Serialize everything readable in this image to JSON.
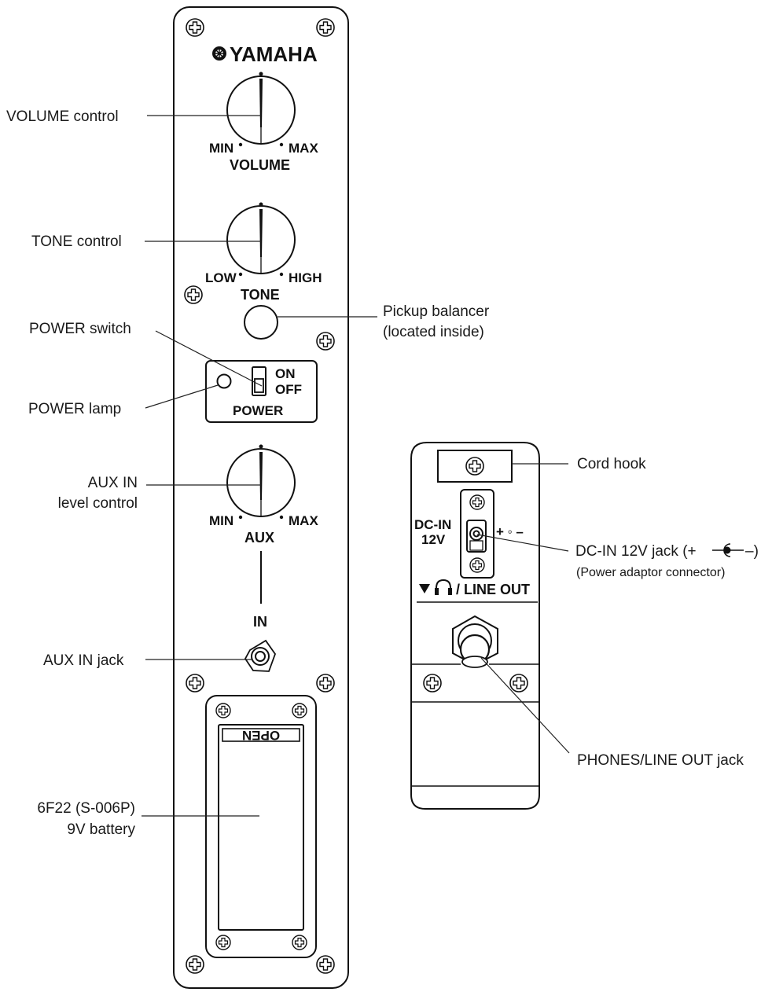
{
  "brand": "YAMAHA",
  "panel_labels": {
    "volume": "VOLUME",
    "volume_min": "MIN",
    "volume_max": "MAX",
    "tone": "TONE",
    "tone_low": "LOW",
    "tone_high": "HIGH",
    "power": "POWER",
    "power_on": "ON",
    "power_off": "OFF",
    "aux": "AUX",
    "aux_min": "MIN",
    "aux_max": "MAX",
    "in": "IN",
    "open": "OPEN",
    "dc_in_line1": "DC-IN",
    "dc_in_line2": "12V",
    "polarity": "+ ◦ –",
    "line_out": "/ LINE OUT"
  },
  "callouts": {
    "volume_control": "VOLUME control",
    "tone_control": "TONE control",
    "pickup_balancer_1": "Pickup balancer",
    "pickup_balancer_2": "(located inside)",
    "power_switch": "POWER switch",
    "power_lamp": "POWER lamp",
    "aux_in_level_1": "AUX IN",
    "aux_in_level_2": "level control",
    "aux_in_jack": "AUX IN jack",
    "battery_1": "6F22 (S-006P)",
    "battery_2": "9V battery",
    "cord_hook": "Cord hook",
    "dc_in_jack_1": "DC-IN 12V jack (+",
    "dc_in_jack_2": "–)",
    "dc_in_jack_sub": "(Power adaptor connector)",
    "phones_jack": "PHONES/LINE OUT jack"
  }
}
